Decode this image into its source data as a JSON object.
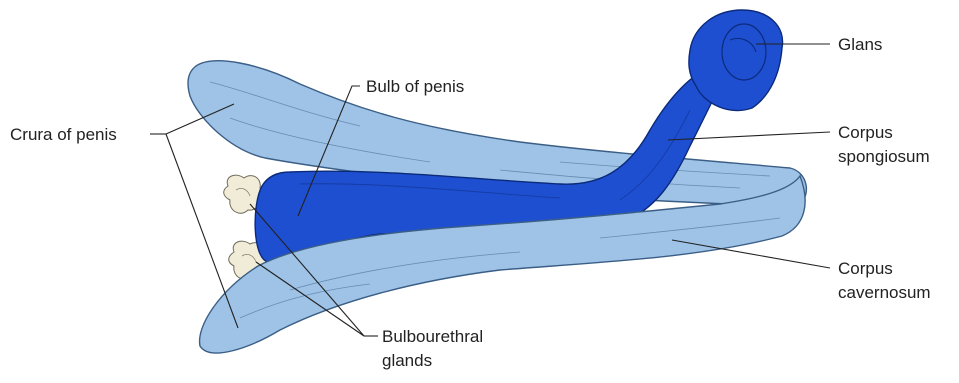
{
  "labels": {
    "crura": "Crura of penis",
    "bulb": "Bulb of penis",
    "glans": "Glans",
    "spongiosum_1": "Corpus",
    "spongiosum_2": "spongiosum",
    "cavernosum_1": "Corpus",
    "cavernosum_2": "cavernosum",
    "bulbourethral_1": "Bulbourethral",
    "bulbourethral_2": "glands"
  },
  "colors": {
    "corpus_cavernosum_fill": "#9ec3e6",
    "corpus_cavernosum_outline": "#3b5e86",
    "corpus_spongiosum_fill": "#1f4fd1",
    "corpus_spongiosum_outline": "#0a2a7a",
    "gland_fill": "#f0ecd8",
    "label_text": "#222222"
  }
}
